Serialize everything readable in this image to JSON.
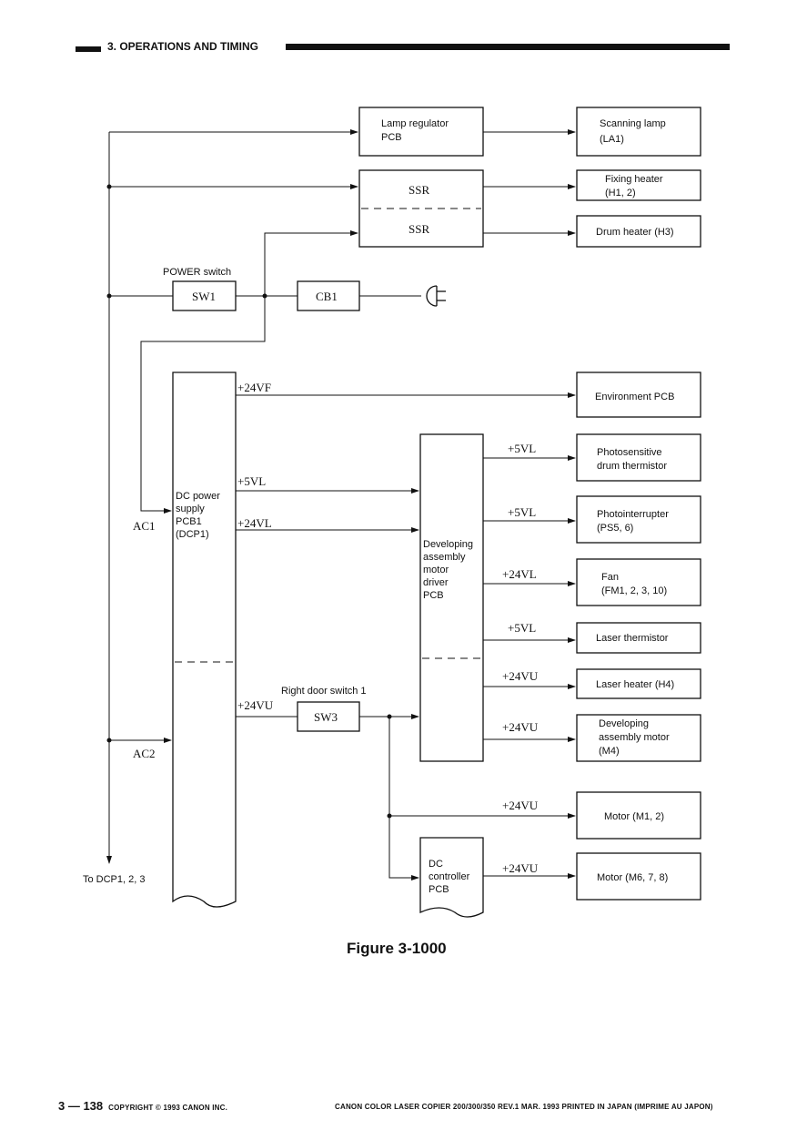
{
  "header": {
    "section": "3.  OPERATIONS AND TIMING"
  },
  "diagram": {
    "lamp_regulator": [
      "Lamp regulator",
      "PCB"
    ],
    "scanning_lamp": [
      "Scanning lamp",
      "(LA1)"
    ],
    "ssr_upper": "SSR",
    "ssr_lower": "SSR",
    "fixing_heater": [
      "Fixing heater",
      "(H1, 2)"
    ],
    "drum_heater": "Drum heater (H3)",
    "power_switch_label": "POWER switch",
    "sw1": "SW1",
    "cb1": "CB1",
    "environment_pcb": "Environment PCB",
    "dc_power_supply": [
      "DC power",
      "supply",
      "PCB1",
      "(DCP1)"
    ],
    "ac1": "AC1",
    "ac2": "AC2",
    "to_dcp": "To DCP1, 2, 3",
    "v_24vf": "+24VF",
    "v_5vl_a": "+5VL",
    "v_24vl_a": "+24VL",
    "v_24vu_a": "+24VU",
    "right_door_switch": "Right door switch 1",
    "sw3": "SW3",
    "developing_driver": [
      "Developing",
      "assembly",
      "motor",
      "driver",
      "PCB"
    ],
    "dc_controller": [
      "DC",
      "controller",
      "PCB"
    ],
    "outputs": [
      {
        "voltage": "+5VL",
        "lines": [
          "Photosensitive",
          "drum thermistor"
        ]
      },
      {
        "voltage": "+5VL",
        "lines": [
          "Photointerrupter",
          "(PS5, 6)"
        ]
      },
      {
        "voltage": "+24VL",
        "lines": [
          "Fan",
          "(FM1, 2, 3, 10)"
        ]
      },
      {
        "voltage": "+5VL",
        "lines": [
          "Laser thermistor"
        ]
      },
      {
        "voltage": "+24VU",
        "lines": [
          "Laser heater (H4)"
        ]
      },
      {
        "voltage": "+24VU",
        "lines": [
          "Developing",
          "assembly motor",
          "(M4)"
        ]
      },
      {
        "voltage": "+24VU",
        "lines": [
          "Motor (M1, 2)"
        ]
      },
      {
        "voltage": "+24VU",
        "lines": [
          "Motor (M6, 7, 8)"
        ]
      }
    ]
  },
  "figure_caption": "Figure 3-1000",
  "footer": {
    "page": "3 — 138",
    "copyright": "COPYRIGHT © 1993 CANON INC.",
    "publication": "CANON COLOR LASER COPIER 200/300/350 REV.1 MAR. 1993 PRINTED IN JAPAN (IMPRIME AU JAPON)"
  }
}
